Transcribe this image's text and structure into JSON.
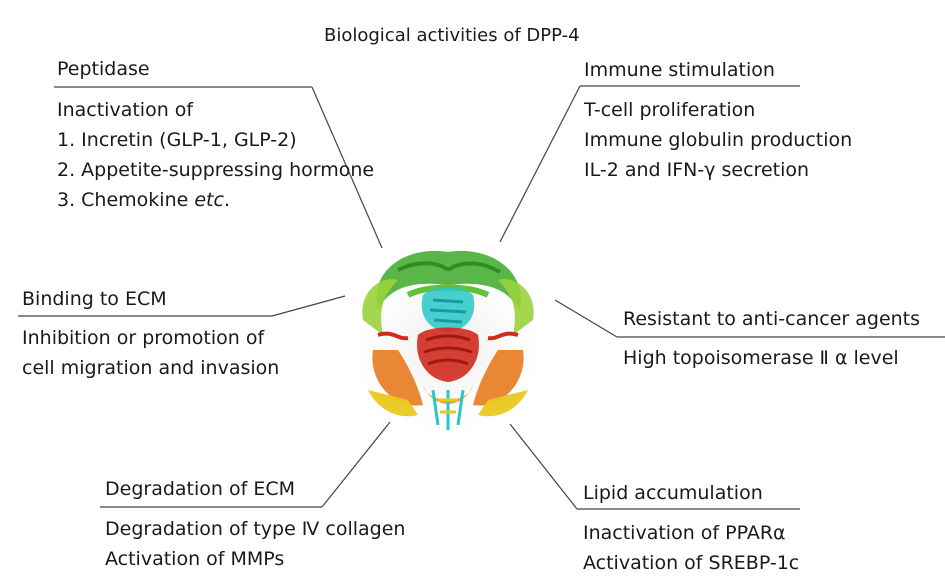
{
  "title": "Biological activities of DPP-4",
  "sections": {
    "peptidase": {
      "heading": "Peptidase",
      "lines": [
        "Inactivation of",
        "1. Incretin (GLP-1, GLP-2)",
        "2. Appetite-suppressing hormone",
        "3. Chemokine "
      ],
      "italic_suffix": "etc",
      "suffix_after_italic": "."
    },
    "immune": {
      "heading": "Immune stimulation",
      "lines": [
        "T-cell proliferation",
        "Immune globulin production",
        "IL-2 and IFN-γ secretion"
      ]
    },
    "ecm_binding": {
      "heading": "Binding to ECM",
      "lines": [
        "Inhibition or promotion of",
        "cell migration and invasion"
      ]
    },
    "resistant": {
      "heading": "Resistant to anti-cancer agents",
      "lines": [
        "High topoisomerase Ⅱ α level"
      ]
    },
    "ecm_degradation": {
      "heading": "Degradation of ECM",
      "lines": [
        "Degradation of type Ⅳ collagen",
        "Activation of MMPs"
      ]
    },
    "lipid": {
      "heading": "Lipid accumulation",
      "lines": [
        "Inactivation of PPARα",
        "Activation of SREBP-1c"
      ]
    }
  },
  "colors": {
    "text": "#1a1a1a",
    "line": "#444444",
    "protein_green": "#3caa2a",
    "protein_light_green": "#9ad23c",
    "protein_cyan": "#28c8c8",
    "protein_red": "#d22a1e",
    "protein_orange": "#e87a1e",
    "protein_yellow": "#e8c81e"
  },
  "central_image": "dpp4-protein-structure"
}
